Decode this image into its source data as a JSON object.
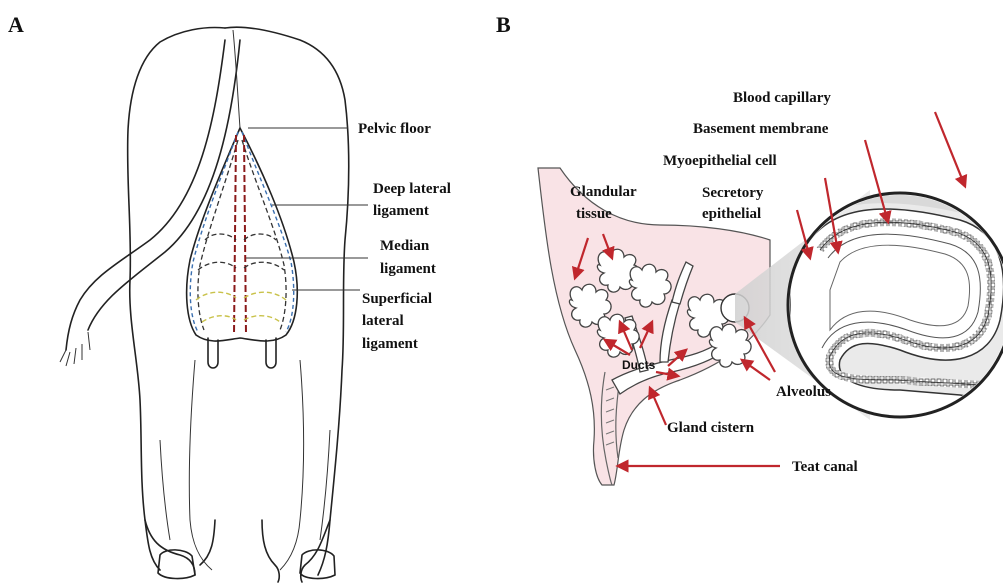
{
  "panels": {
    "a": {
      "letter": "A",
      "labels": {
        "pelvic_floor": "Pelvic floor",
        "deep_lateral_1": "Deep lateral",
        "deep_lateral_2": "ligament",
        "median_1": "Median",
        "median_2": "ligament",
        "superficial_1": "Superficial",
        "superficial_2": "lateral",
        "superficial_3": "ligament"
      }
    },
    "b": {
      "letter": "B",
      "labels": {
        "blood_capillary": "Blood capillary",
        "basement_membrane": "Basement membrane",
        "myoepithelial": "Myoepithelial cell",
        "secretory_1": "Secretory",
        "secretory_2": "epithelial",
        "glandular_1": "Glandular",
        "glandular_2": "tissue",
        "ducts": "Ducts",
        "alveolus": "Alveolus",
        "gland_cistern": "Gland cistern",
        "teat_canal": "Teat canal"
      }
    }
  },
  "colors": {
    "arrow_red": "#c0272d",
    "tissue_pink": "#f9e3e6",
    "ligament_blue": "#3a6fb0",
    "ligament_red": "#8b1a1a",
    "ligament_yellow": "#c9c24a"
  }
}
